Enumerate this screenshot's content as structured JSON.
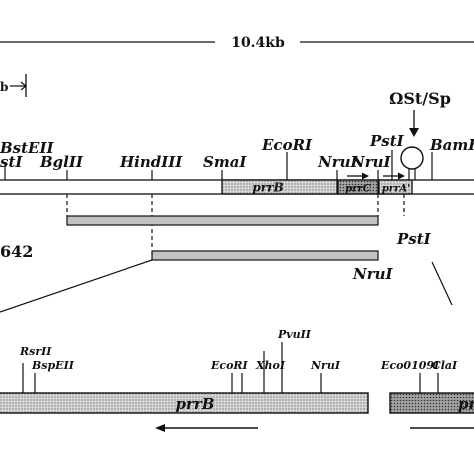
{
  "scale": {
    "label": "10.4kb",
    "partial_label": "b"
  },
  "upper_map": {
    "sites": {
      "bsteII": "BstEII",
      "pstI_left": "stI",
      "bglII": "BglII",
      "hindIII": "HindIII",
      "smaI": "SmaI",
      "ecoRI": "EcoRI",
      "nruI_1": "NruI",
      "nruI_2": "NruI",
      "pstI": "PstI",
      "bamHI": "BamH"
    },
    "genes": {
      "prrB": "prrB",
      "prrC": "prrC",
      "prrA": "prrA'"
    },
    "insertion": {
      "label": "ΩSt/Sp"
    }
  },
  "subclones": {
    "label_left": "642",
    "bar1_end": "PstI",
    "bar2_end": "NruI"
  },
  "lower_map": {
    "sites": {
      "rsrII": "RsrII",
      "bspEII": "BspEII",
      "ecoRI": "EcoRI",
      "xhoI": "XhoI",
      "pvuII": "PvuII",
      "nruI": "NruI",
      "eco0109I": "Eco0109I",
      "claI": "ClaI"
    },
    "genes": {
      "prrB": "prrB",
      "right_partial": "pr"
    }
  },
  "colors": {
    "line": "#111111",
    "shade": "#c9c9c9",
    "shade_dark": "#9a9a9a",
    "background": "#ffffff"
  }
}
